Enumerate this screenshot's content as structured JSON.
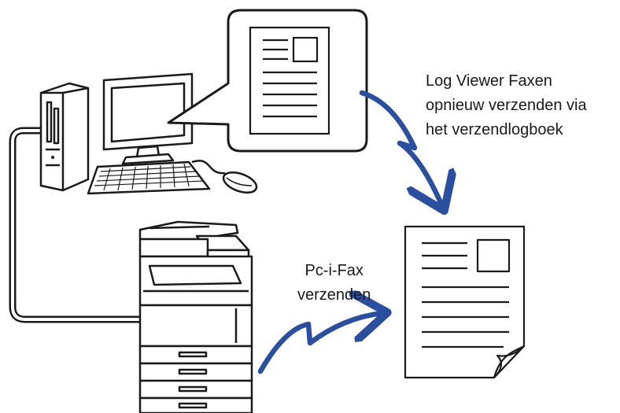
{
  "captions": {
    "log_viewer": {
      "line1": "Log Viewer Faxen",
      "line2": "opnieuw verzenden via",
      "line3": "het verzendlogboek"
    },
    "pc_fax": {
      "line1": "Pc-i-Fax",
      "line2": "verzenden"
    }
  },
  "colors": {
    "arrow": "#2b4f9e",
    "stroke": "#1a1a1a",
    "fill": "#ffffff"
  }
}
